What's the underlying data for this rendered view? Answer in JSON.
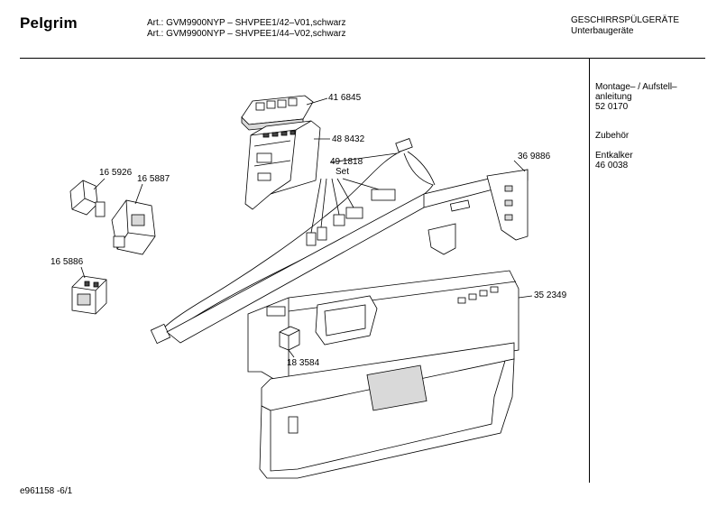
{
  "header": {
    "brand": "Pelgrim",
    "article_lines": [
      "Art.: GVM9900NYP – SHVPEE1/42–V01,schwarz",
      "Art.: GVM9900NYP – SHVPEE1/44–V02,schwarz"
    ],
    "category_lines": [
      "GESCHIRRSPÜLGERÄTE",
      "Unterbaugeräte"
    ]
  },
  "sidebar": {
    "montage": [
      "Montage– / Aufstell–",
      "anleitung",
      "52 0170"
    ],
    "zubehoer": "Zubehör",
    "entkalker": [
      "Entkalker",
      "46 0038"
    ]
  },
  "parts": [
    {
      "id": "41 6845"
    },
    {
      "id": "48 8432"
    },
    {
      "id": "49 1818",
      "note": "Set"
    },
    {
      "id": "36 9886"
    },
    {
      "id": "16 5926"
    },
    {
      "id": "16 5887"
    },
    {
      "id": "16 5886"
    },
    {
      "id": "35 2349"
    },
    {
      "id": "18 3584"
    }
  ],
  "footer": {
    "code": "e961158 -6/1"
  }
}
